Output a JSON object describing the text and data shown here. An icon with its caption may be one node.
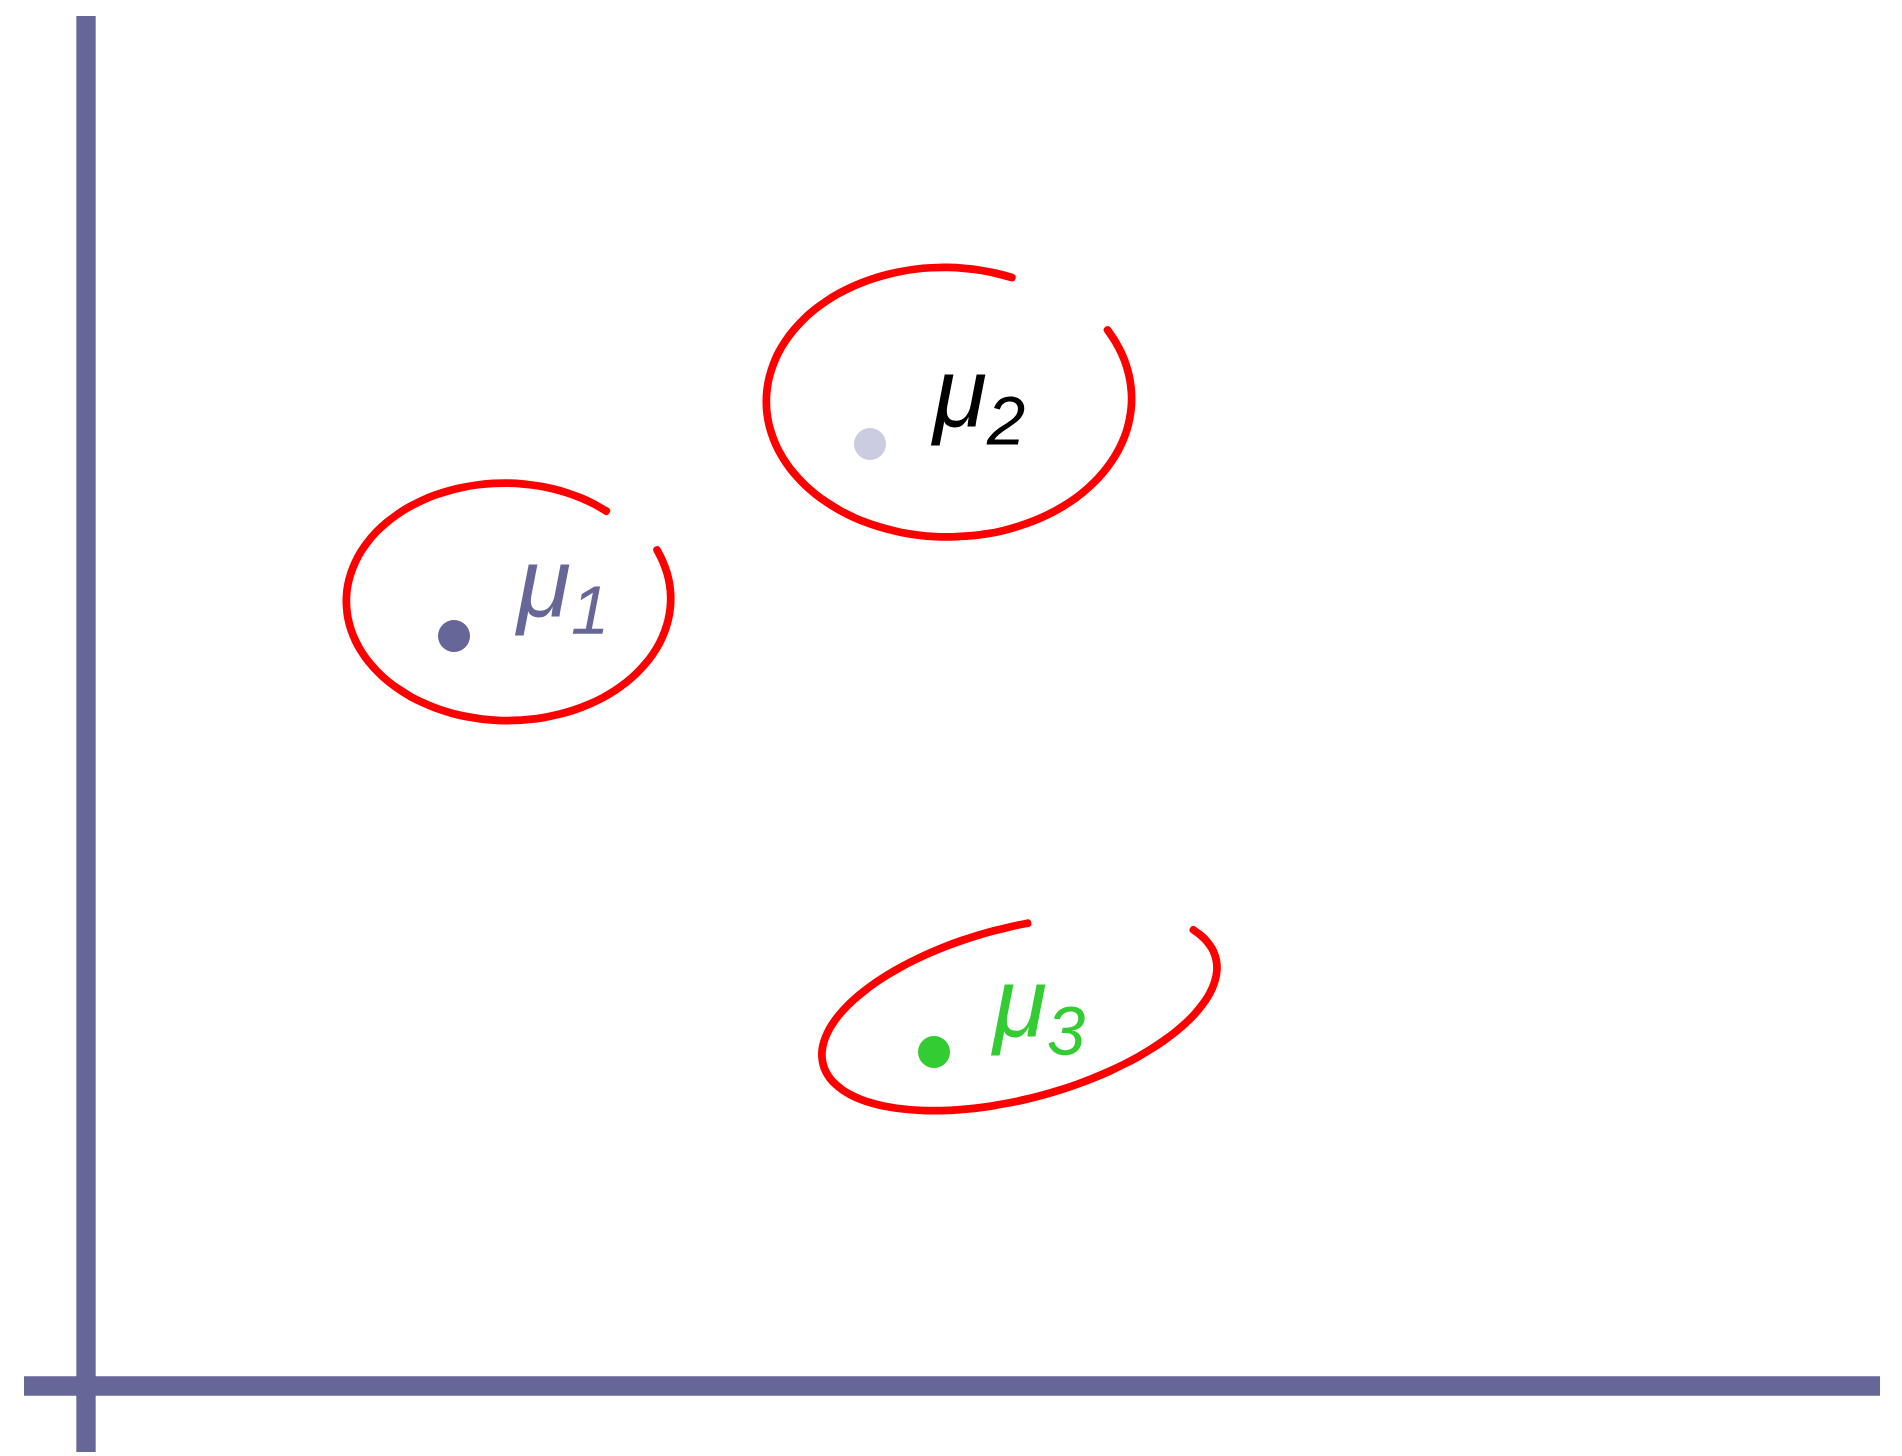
{
  "diagram": {
    "nodes": [
      {
        "text": [
          "μ$_{1}$"
        ]
      },
      {
        "text": [
          "μ$_{2}$"
        ]
      },
      {
        "text": [
          "μ$_{3}$"
        ]
      }
    ]
  }
}
